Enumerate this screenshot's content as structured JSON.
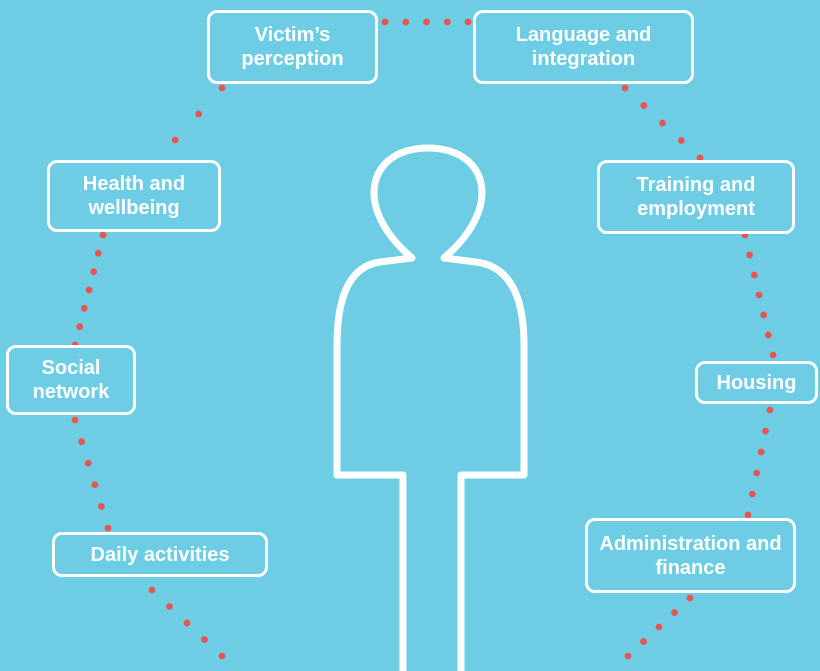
{
  "diagram": {
    "background_color": "#6dcde4",
    "line_color": "#ffffff",
    "dot_color": "#e8544e",
    "center_icon": "person-outline-icon",
    "labels": {
      "victims_perception": "Victim’s perception",
      "language_integration": "Language and integration",
      "health_wellbeing": "Health and wellbeing",
      "training_employment": "Training and employment",
      "social_network": "Social network",
      "housing": "Housing",
      "daily_activities": "Daily activities",
      "administration_finance": "Administration and finance"
    }
  }
}
